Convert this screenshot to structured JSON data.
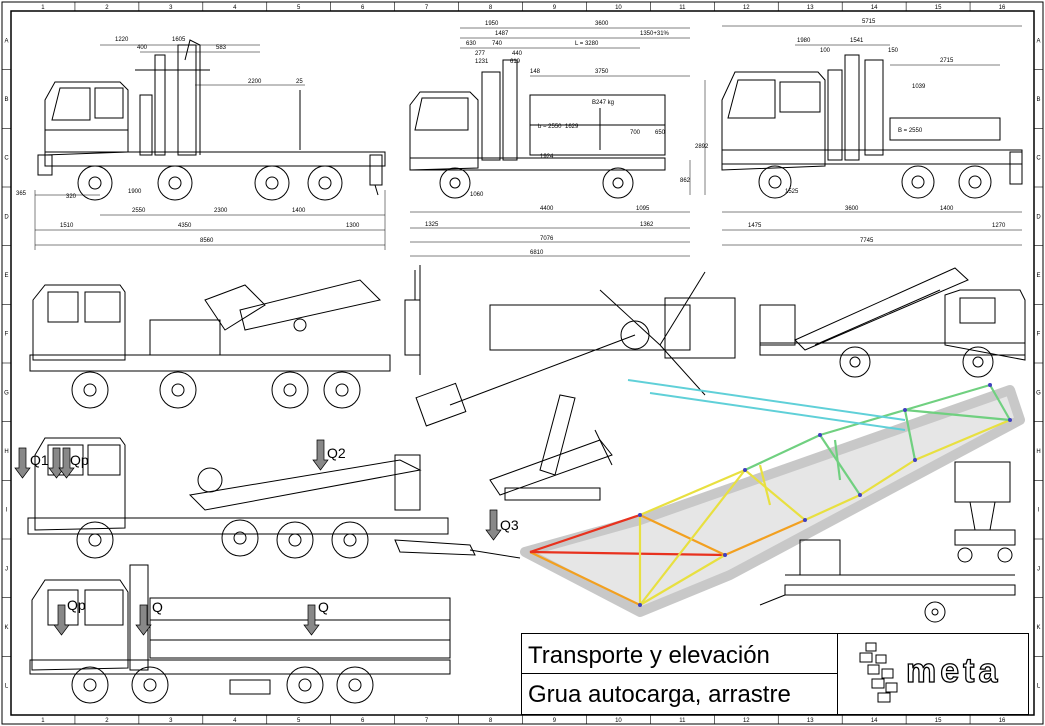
{
  "sheet": {
    "col_labels": [
      "1",
      "2",
      "3",
      "4",
      "5",
      "6",
      "7",
      "8",
      "9",
      "10",
      "11",
      "12",
      "13",
      "14",
      "15",
      "16"
    ],
    "row_labels": [
      "A",
      "B",
      "C",
      "D",
      "E",
      "F",
      "G",
      "H",
      "I",
      "J",
      "K",
      "L"
    ]
  },
  "title_block": {
    "line1": "Transporte y elevación",
    "line2": "Grua autocarga, arrastre",
    "logo_text": "meta"
  },
  "dimensions": {
    "truck1_top": [
      "1220",
      "400",
      "1605",
      "583",
      "2200",
      "25"
    ],
    "truck1_bottom": [
      "365",
      "320",
      "1900",
      "2550",
      "2300",
      "1400",
      "1510",
      "4350",
      "1300",
      "8560"
    ],
    "truck2_top": [
      "1950",
      "3600",
      "1487",
      "1350+31%",
      "630",
      "740",
      "L = 3280",
      "277",
      "440",
      "1231",
      "619",
      "148",
      "3750"
    ],
    "truck2_mid": [
      "B247 kg",
      "b = 2550",
      "1629",
      "700",
      "650",
      "1924"
    ],
    "truck2_bottom": [
      "1060",
      "4400",
      "1095",
      "862",
      "1325",
      "1362",
      "7076",
      "6810"
    ],
    "truck3_top": [
      "5715",
      "1980",
      "1541",
      "100",
      "150",
      "2715",
      "1039",
      "B = 2550"
    ],
    "truck3_bottom": [
      "2892",
      "1525",
      "3600",
      "1400",
      "1475",
      "1270",
      "7745"
    ]
  },
  "loads": {
    "q1": "Q1",
    "qp": "Qp",
    "q2": "Q2",
    "q3": "Q3",
    "qp2": "Qp",
    "q_bottom": "Q",
    "q_mid": "Q"
  },
  "colors": {
    "line": "#000000",
    "truss_shadow": "#c8c8c8",
    "stress_hot": "#e8321e",
    "stress_warm": "#f2a020",
    "stress_mid": "#e8e040",
    "stress_cool": "#70d080",
    "stress_cold": "#60d0d8",
    "node": "#4040c0"
  }
}
